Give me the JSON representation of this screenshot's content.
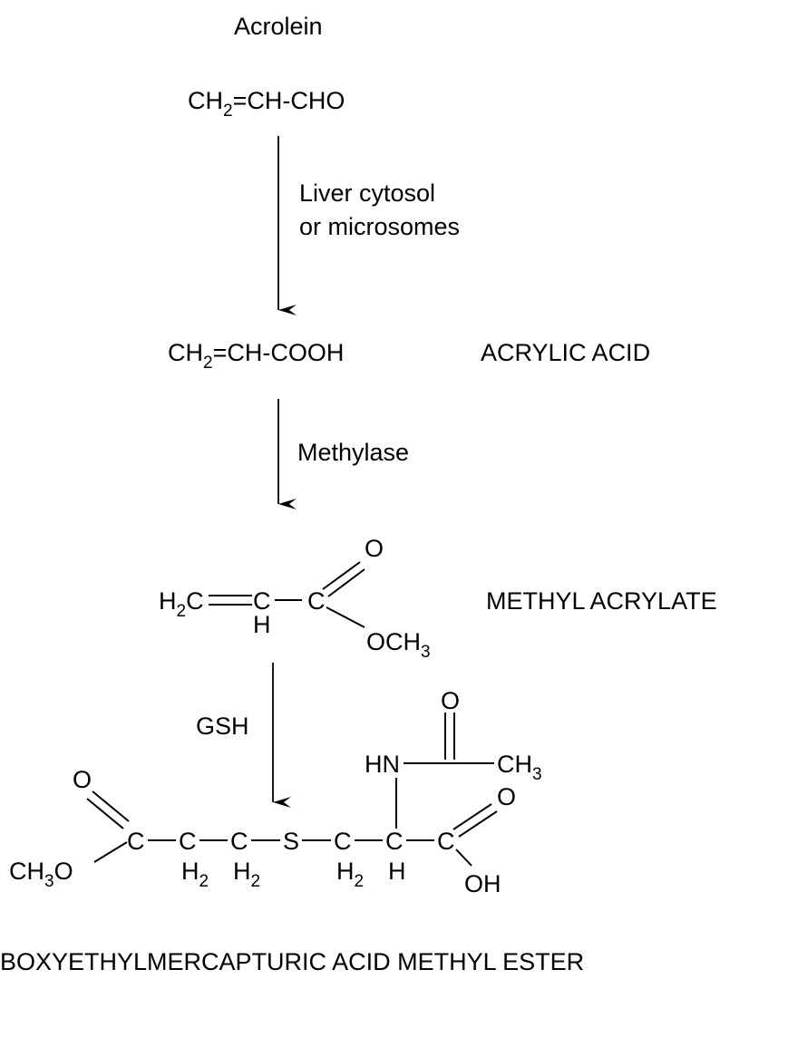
{
  "compounds": {
    "acrolein": {
      "name": "Acrolein",
      "formula_a": "CH",
      "formula_sub": "2",
      "formula_b": "=CH-CHO"
    },
    "acrylic_acid": {
      "name": "ACRYLIC ACID",
      "formula_a": "CH",
      "formula_sub": "2",
      "formula_b": "=CH-COOH"
    },
    "methyl_acrylate": {
      "name": "METHYL ACRYLATE",
      "atoms": {
        "h2c": "H",
        "h2c_sub": "2",
        "h2c_c": "C",
        "c1": "C",
        "h1": "H",
        "c2": "C",
        "o": "O",
        "och3": "OCH",
        "och3_sub": "3"
      }
    },
    "product": {
      "name": "BOXYETHYLMERCAPTURIC ACID METHYL ESTER",
      "atoms": {
        "o_ester": "O",
        "ch3o": "CH",
        "ch3o_sub": "3",
        "ch3o_o": "O",
        "c_ester": "C",
        "c_a": "C",
        "h2_a": "H",
        "h2_a_sub": "2",
        "c_b": "C",
        "h2_b": "H",
        "h2_b_sub": "2",
        "s": "S",
        "c_c": "C",
        "h2_c": "H",
        "h2_c_sub": "2",
        "c_d": "C",
        "h_d": "H",
        "c_acid": "C",
        "o_acid": "O",
        "oh": "OH",
        "hn": "HN",
        "o_acetyl": "O",
        "ch3_acetyl": "CH",
        "ch3_acetyl_sub": "3"
      }
    }
  },
  "steps": [
    {
      "label_line1": "Liver cytosol",
      "label_line2": "or microsomes"
    },
    {
      "label": "Methylase"
    },
    {
      "label": "GSH"
    }
  ]
}
